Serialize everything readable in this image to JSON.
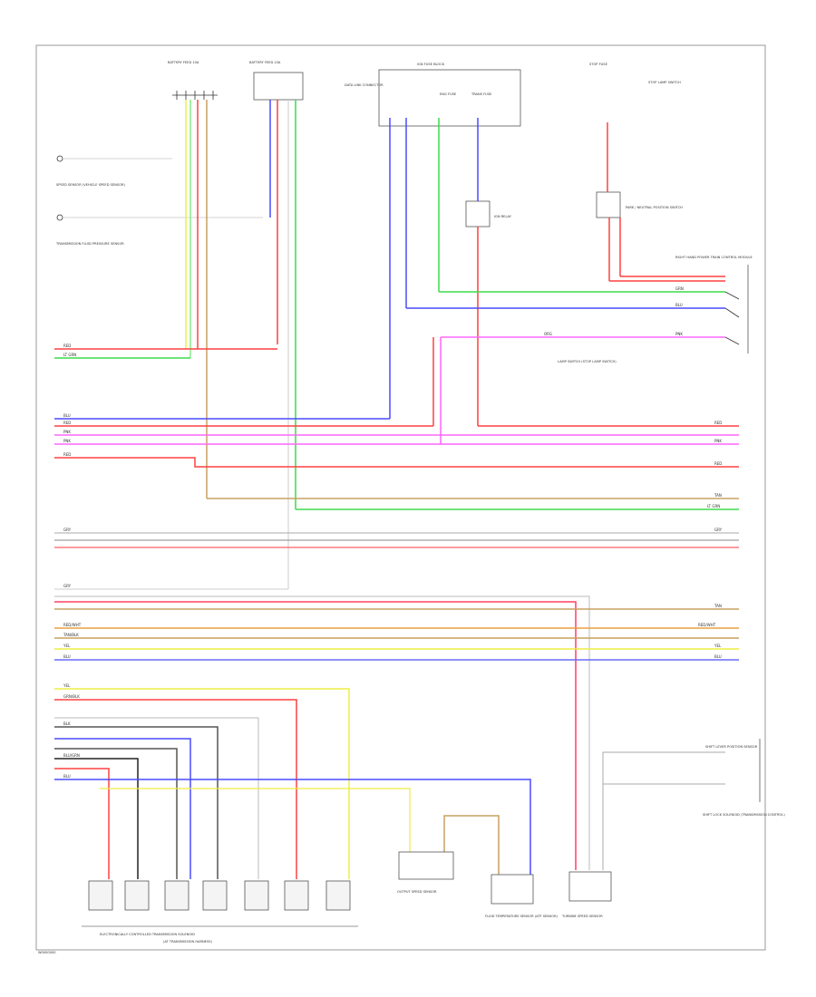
{
  "page": {
    "footer_code": "W0000000"
  },
  "colors": {
    "red": "#ff4040",
    "green": "#3ddc4a",
    "blue": "#4a4aff",
    "pink": "#ff66ff",
    "yellow": "#eeee44",
    "orange": "#e8a040",
    "tan": "#c8a060",
    "gray": "#a8a8a8",
    "dkgray": "#555555",
    "ltgreen": "#88ee88",
    "black": "#222222",
    "frame": "#999999"
  },
  "components": {
    "speed_sensor": "SPEED SENSOR (VEHICLE SPEED SENSOR)",
    "pressure_sensor": "TRANSMISSION FLUID PRESSURE SENSOR",
    "mass_airflow": "DATA LINK CONNECTOR",
    "ecm_top_left": "BATTERY FEED 10A",
    "ecm_top_center": "BATTERY FEED 10A",
    "fuse_block": "IGN FUSE BLOCK",
    "fuse_tl": "ENG FUSE",
    "fuse_tr": "TRANS FUSE",
    "ign_relay": "IGN RELAY",
    "park_neutral_top": "PARK / NEUTRAL POSITION SWITCH",
    "stop_lamp_fuse": "STOP FUSE",
    "stop_lamp_switch": "STOP LAMP SWITCH",
    "right_hand_power": "RIGHT HAND POWER TRAIN CONTROL MODULE",
    "lamp_switch": "LAMP SWITCH (STOP LAMP SWITCH)",
    "shift_solenoid_bottom": "ELECTRONICALLY CONTROLLED TRANSMISSION SOLENOID",
    "trans_harness": "(AT TRANSMISSION HARNESS)",
    "speed_sensor_b": "OUTPUT SPEED SENSOR",
    "fluid_temp": "FLUID TEMPERATURE SENSOR (ATF SENSOR)",
    "turbine_speed": "TURBINE SPEED SENSOR",
    "shift_lever": "SHIFT LEVER POSITION SENSOR",
    "shift_lock": "SHIFT LOCK SOLENOID (TRANSMISSION CONTROL)"
  },
  "wire_labels": {
    "red": "RED",
    "grn": "GRN",
    "blu": "BLU",
    "pnk": "PNK",
    "yel": "YEL",
    "org": "ORG",
    "tan": "TAN",
    "gry": "GRY",
    "blk": "BLK",
    "ltgrn": "LT GRN",
    "redwht": "RED/WHT",
    "grnblk": "GRN/BLK",
    "blugrn": "BLU/GRN",
    "tanblk": "TAN/BLK"
  }
}
